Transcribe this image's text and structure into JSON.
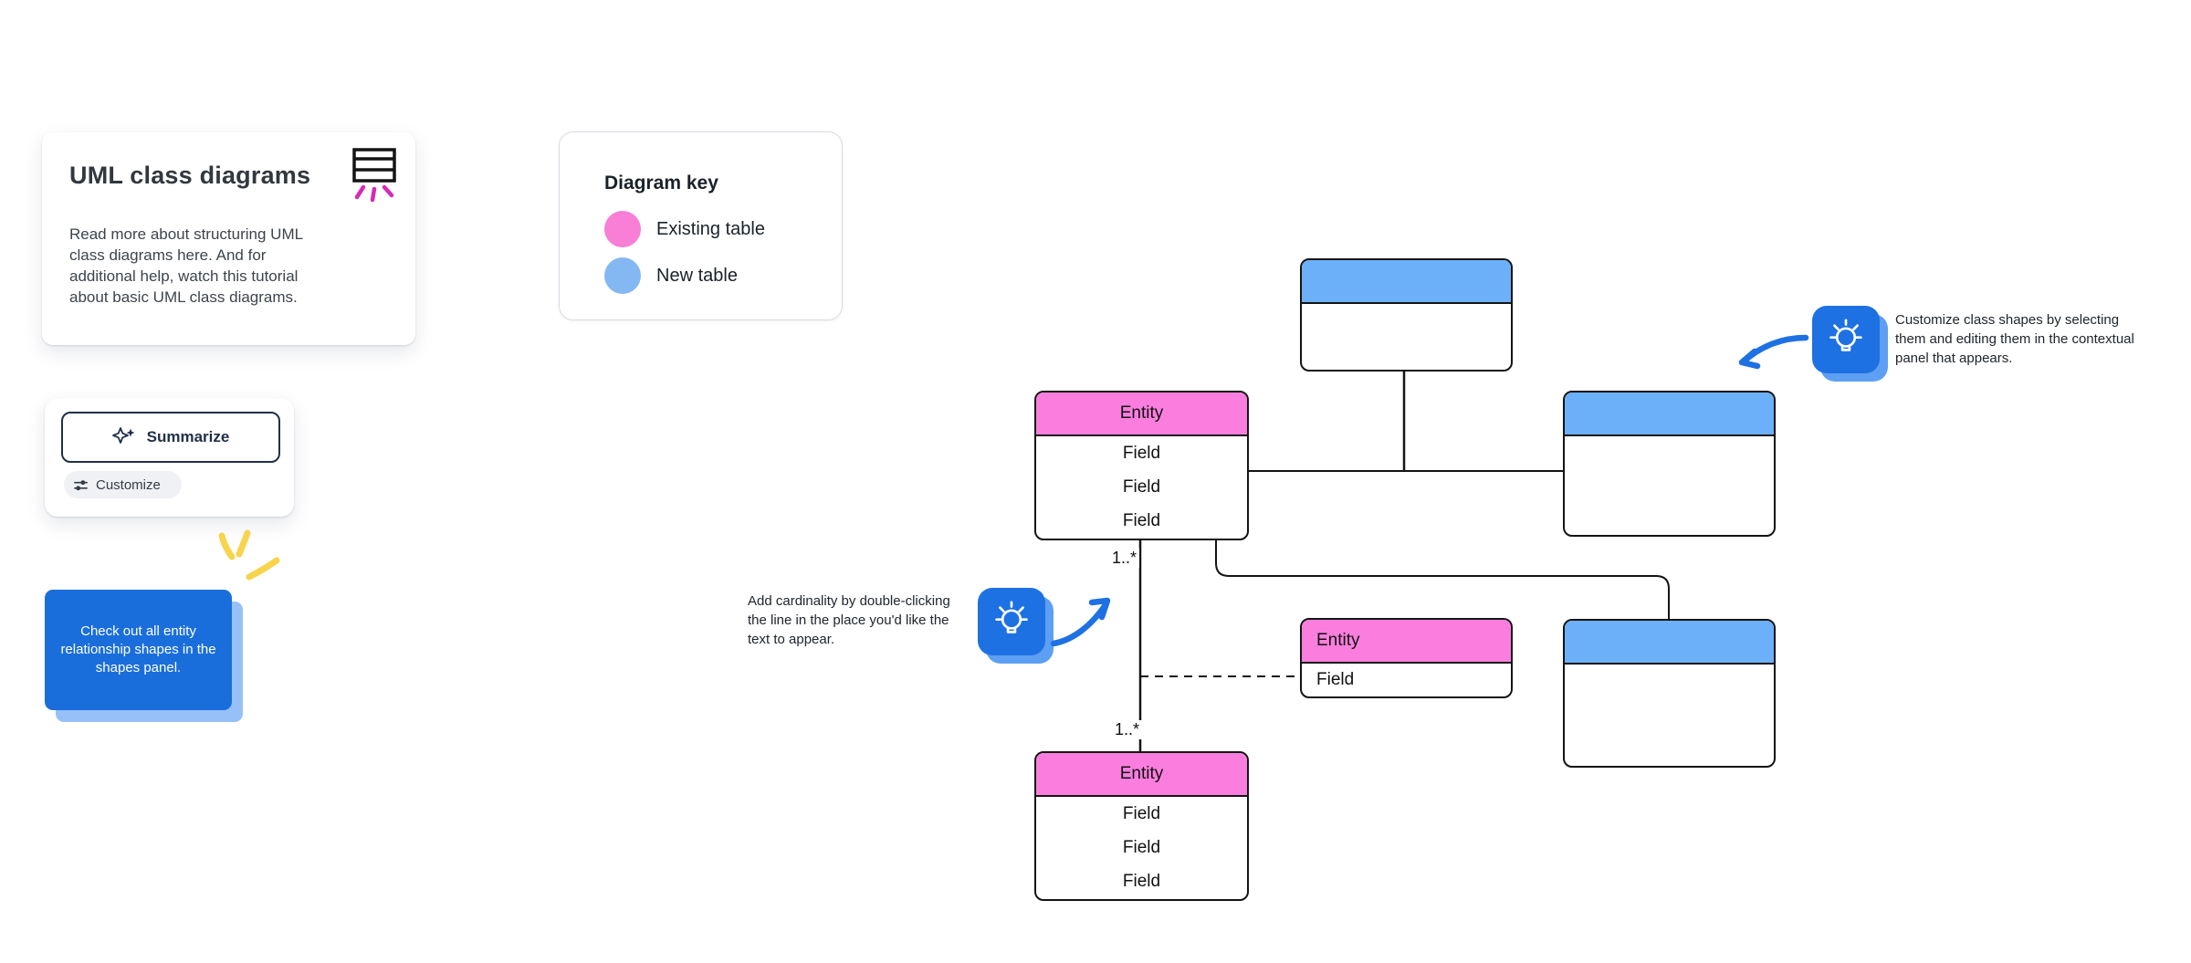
{
  "intro_card": {
    "title": "UML class diagrams",
    "lines": [
      "Read more about structuring UML",
      "class diagrams here. And for",
      "additional help, watch this tutorial",
      "about basic UML class diagrams."
    ]
  },
  "ai_panel": {
    "summarize_label": "Summarize",
    "customize_label": "Customize"
  },
  "sticky_note": {
    "lines": [
      "Check out all entity",
      "relationship shapes in the",
      "shapes panel."
    ],
    "color": "#1a6edb"
  },
  "diagram_key": {
    "title": "Diagram key",
    "items": [
      {
        "label": "Existing table",
        "color": "#f97ed6"
      },
      {
        "label": "New table",
        "color": "#84b8f3"
      }
    ]
  },
  "tips": {
    "customize": {
      "lines": [
        "Customize class shapes by selecting",
        "them and editing them in the contextual",
        "panel that appears."
      ]
    },
    "cardinality": {
      "lines": [
        "Add cardinality by double-clicking",
        "the line in the place you'd like the",
        "text to appear."
      ]
    }
  },
  "tables": [
    {
      "variant": "new",
      "title": "",
      "fields": []
    },
    {
      "variant": "existing",
      "title": "Entity",
      "fields": [
        "Field",
        "Field",
        "Field"
      ]
    },
    {
      "variant": "new",
      "title": "",
      "fields": []
    },
    {
      "variant": "existing",
      "title": "Entity",
      "fields": [
        "Field"
      ]
    },
    {
      "variant": "new",
      "title": "",
      "fields": []
    },
    {
      "variant": "existing",
      "title": "Entity",
      "fields": [
        "Field",
        "Field",
        "Field"
      ]
    }
  ],
  "connectors": {
    "cardinality_top": "1..*",
    "cardinality_bottom": "1..*"
  },
  "colors": {
    "existing_table_header": "#fb7ede",
    "new_table_header": "#6cb0fa",
    "sticky_blue": "#1a6edb",
    "sticky_shadow_blue": "#96c0f7",
    "accent_blue": "#1e71e3",
    "doodle_yellow": "#f7d44c",
    "icon_magenta": "#d62bb4",
    "line_black": "#141414"
  }
}
